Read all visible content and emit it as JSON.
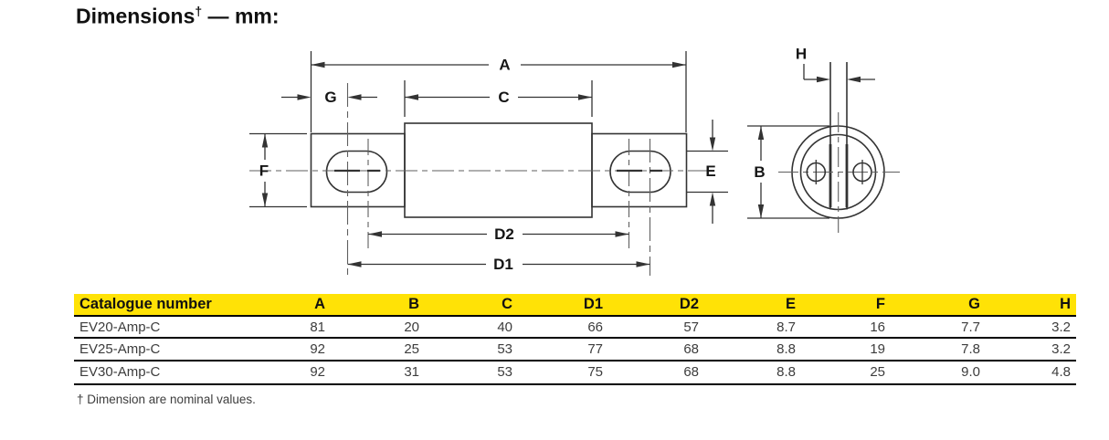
{
  "title": {
    "text": "Dimensions",
    "dagger": "†",
    "suffix": " — mm:"
  },
  "diagram": {
    "labels": {
      "a": "A",
      "c": "C",
      "g": "G",
      "f": "F",
      "e": "E",
      "d2": "D2",
      "d1": "D1",
      "b": "B",
      "h": "H"
    }
  },
  "table": {
    "headers": [
      "Catalogue number",
      "A",
      "B",
      "C",
      "D1",
      "D2",
      "E",
      "F",
      "G",
      "H"
    ],
    "rows": [
      {
        "catalogue": "EV20-Amp-C",
        "values": [
          "81",
          "20",
          "40",
          "66",
          "57",
          "8.7",
          "16",
          "7.7",
          "3.2"
        ]
      },
      {
        "catalogue": "EV25-Amp-C",
        "values": [
          "92",
          "25",
          "53",
          "77",
          "68",
          "8.8",
          "19",
          "7.8",
          "3.2"
        ]
      },
      {
        "catalogue": "EV30-Amp-C",
        "values": [
          "92",
          "31",
          "53",
          "75",
          "68",
          "8.8",
          "25",
          "9.0",
          "4.8"
        ]
      }
    ]
  },
  "footnote": "† Dimension are nominal values.",
  "colors": {
    "header_yellow": "#ffe206",
    "line": "#333333"
  }
}
